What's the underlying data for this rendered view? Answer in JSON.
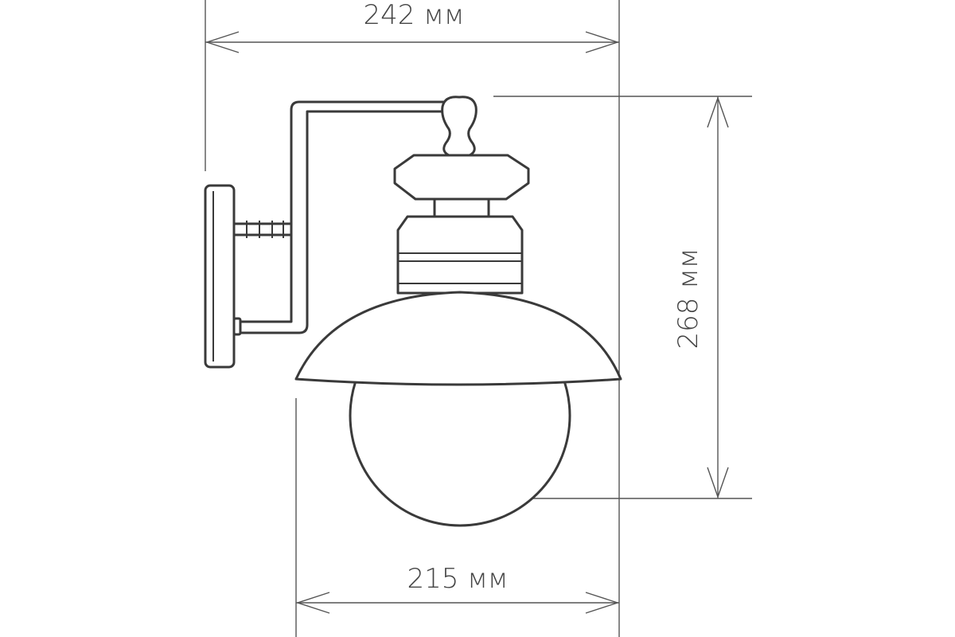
{
  "dimensions": {
    "overall_width": {
      "label": "242 мм"
    },
    "height": {
      "label": "268 мм"
    },
    "shade_width": {
      "label": "215 мм"
    }
  }
}
